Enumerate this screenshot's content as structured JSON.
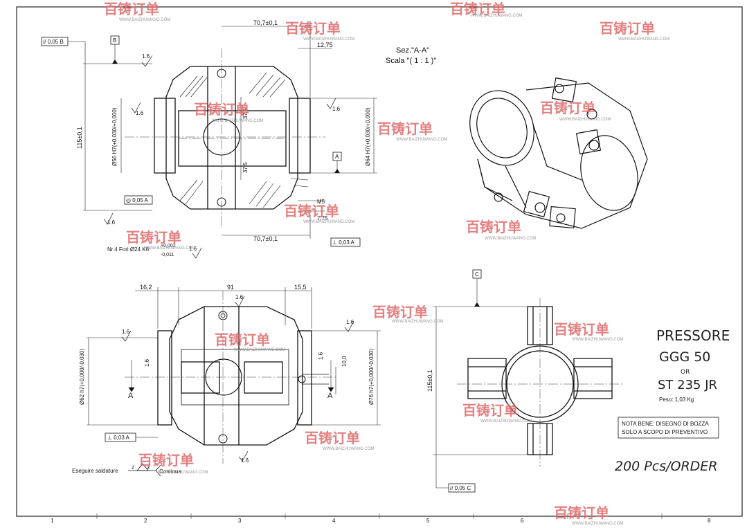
{
  "watermark": {
    "brand": "百铸订单",
    "url": "WWW.BAIZHUWANG.COM"
  },
  "section_view": {
    "title": "Sez.\"A-A\"",
    "scale": "Scala \"( 1 : 1 )\""
  },
  "top_view": {
    "dim_70_top": "70,7±0,1",
    "dim_12_75": "12,75",
    "dim_70_bottom": "70,7±0,1",
    "dim_115": "115±0,1",
    "dim_56": "Ø56 H7(+0,030/+0,000)",
    "dim_64": "Ø64 H7(+0,030/+0,000)",
    "dim_37_5_a": "37,5",
    "dim_37_5_b": "37,5",
    "m5": "M5",
    "dim_7_75": "7,75",
    "datum_b": "B",
    "datum_a": "A",
    "roughness": "1.6",
    "tol_parallel": "// 0,05 B",
    "tol_concentric": "◎ 0,05 A",
    "tol_perp": "⊥ 0,03 A",
    "holes_note": "Nr.4 Fori  Ø24 K6",
    "holes_tol_plus": "+0,002",
    "holes_tol_minus": "-0,011"
  },
  "front_view": {
    "dim_16_2": "16,2",
    "dim_91": "91",
    "dim_15_5": "15,5",
    "dim_62": "Ø62 h7(+0,000/-0,030)",
    "dim_76": "Ø76 h7(+0,000/-0,030)",
    "dim_10": "10,0",
    "section_a_left": "A",
    "section_a_right": "A",
    "tol_perp": "⊥ 0,03 A",
    "weld_label": "Eseguire saldature",
    "weld_z": "Z",
    "weld_3": "3",
    "weld_cont": "Continua"
  },
  "side_view": {
    "datum_c": "C",
    "dim_115": "115±0,1",
    "tol_parallel": "// 0,05 C"
  },
  "notes": {
    "material_1": "PRESSORE",
    "material_2": "GGG 50",
    "material_or": "OR",
    "material_3": "ST 235 JR",
    "weight": "Peso: 1,03 Kg",
    "nota_1": "NOTA BENE: DISEGNO DI BOZZA",
    "nota_2": "SOLO A SCOPO DI PREVENTIVO",
    "quantity": "200 Pcs/ORDER"
  },
  "border": {
    "zones": [
      "1",
      "2",
      "3",
      "4",
      "5",
      "6",
      "8"
    ]
  }
}
